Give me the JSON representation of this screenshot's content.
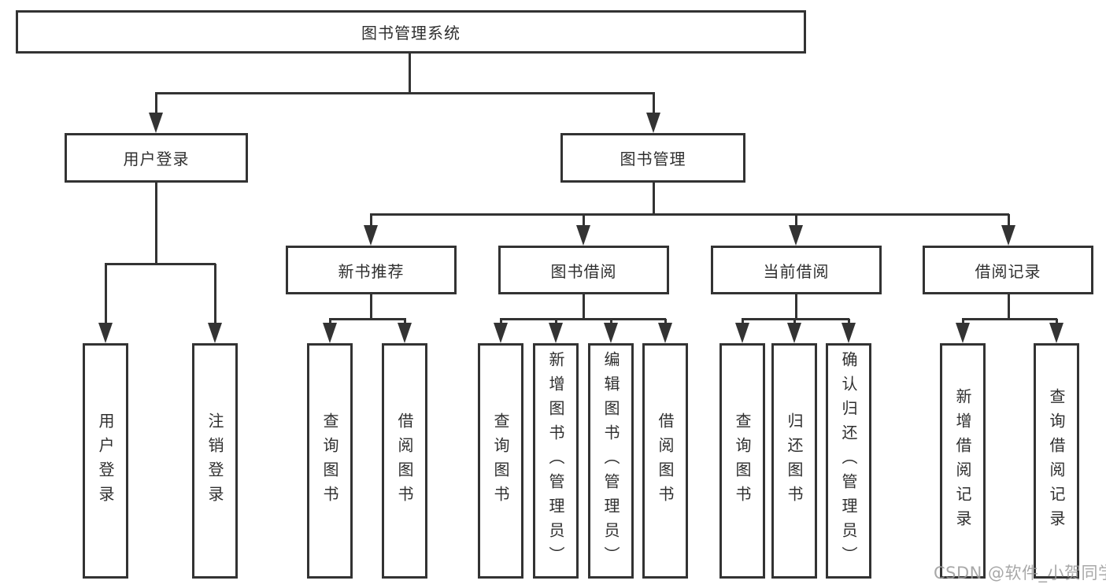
{
  "nodes": {
    "root": "图书管理系统",
    "user_login": "用户登录",
    "book_mgmt": "图书管理",
    "new_book_rec": "新书推荐",
    "book_borrow": "图书借阅",
    "current_borrow": "当前借阅",
    "borrow_record": "借阅记录",
    "login_children": [
      "用户登录",
      "注销登录"
    ],
    "rec_children": [
      "查询图书",
      "借阅图书"
    ],
    "borrow_children": [
      "查询图书",
      "新增图书（管理员）",
      "编辑图书（管理员）",
      "借阅图书"
    ],
    "current_children": [
      "查询图书",
      "归还图书",
      "确认归还（管理员）"
    ],
    "record_children": [
      "新增借阅记录",
      "查询借阅记录"
    ]
  },
  "watermark": "CSDN @软件_小贺同学",
  "colors": {
    "line": "#333333",
    "text": "#2f2f2f",
    "background": "#ffffff",
    "watermark": "#9a9a9a"
  }
}
